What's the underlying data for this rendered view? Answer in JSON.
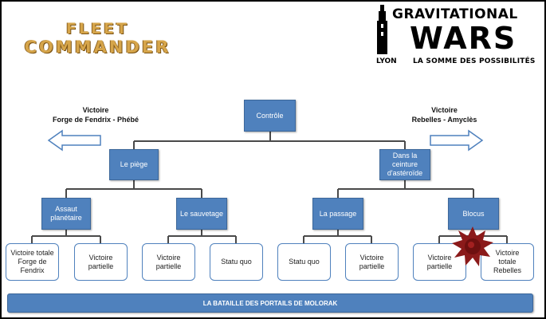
{
  "logo_left": {
    "line1": "FLEET",
    "line2": "COMMANDER"
  },
  "logo_right": {
    "title": "GRAVITATIONAL",
    "main": "WARS",
    "city": "LYON",
    "tagline": "LA SOMME DES POSSIBILITÉS"
  },
  "side_left": {
    "line1": "Victoire",
    "line2": "Forge de Fendrix - Phébé"
  },
  "side_right": {
    "line1": "Victoire",
    "line2": "Rebelles - Amyclès"
  },
  "root": "Contrôle",
  "level1": [
    "Le piège",
    "Dans la ceinture d'astéroïde"
  ],
  "level2": [
    "Assaut planétaire",
    "Le sauvetage",
    "La passage",
    "Blocus"
  ],
  "leaves": [
    "Victoire totale Forge de Fendrix",
    "Victoire partielle",
    "Victoire partielle",
    "Statu quo",
    "Statu quo",
    "Victoire partielle",
    "Victoire partielle",
    "Victoire totale Rebelles"
  ],
  "bottom_bar": "LA BATAILLE DES PORTAILS DE MOLORAK",
  "colors": {
    "box_fill": "#4f81bd",
    "box_border": "#3c679a",
    "connector": "#4a4a4a",
    "logo_gold": "#d6a54a",
    "splat": "#8b1a1a"
  },
  "icons": {
    "left_arrow": "arrow-left-outline-icon",
    "right_arrow": "arrow-right-outline-icon",
    "tower": "tower-logo-icon",
    "splat": "blood-splat-icon"
  }
}
